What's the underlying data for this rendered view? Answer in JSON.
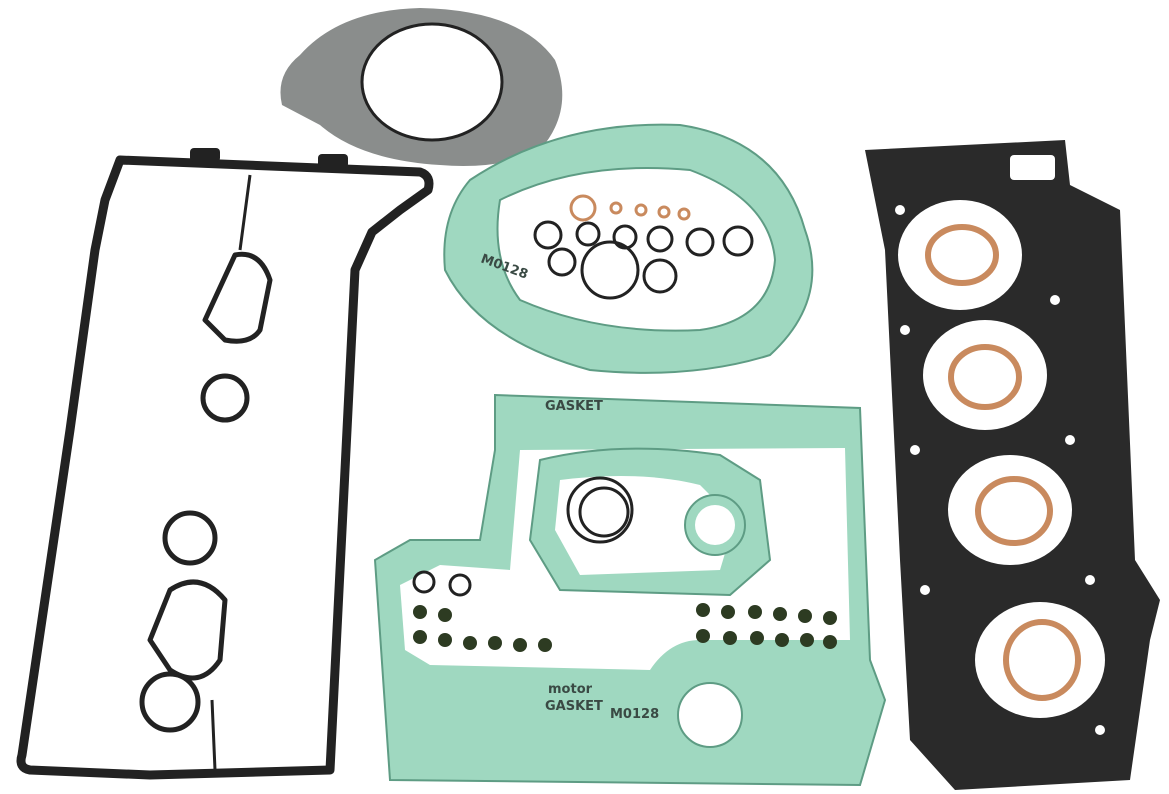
{
  "image": {
    "subject": "gasket-kit-product-photo",
    "background_color": "#ffffff",
    "colors": {
      "green_gasket": "#9fd8c0",
      "black_gasket": "#2a2a2a",
      "gray_gasket": "#8a8d8c",
      "copper_ring": "#c98a5e"
    },
    "printed_lettering": {
      "brand": "motor",
      "word": "GASKET",
      "code": "M0128"
    }
  }
}
